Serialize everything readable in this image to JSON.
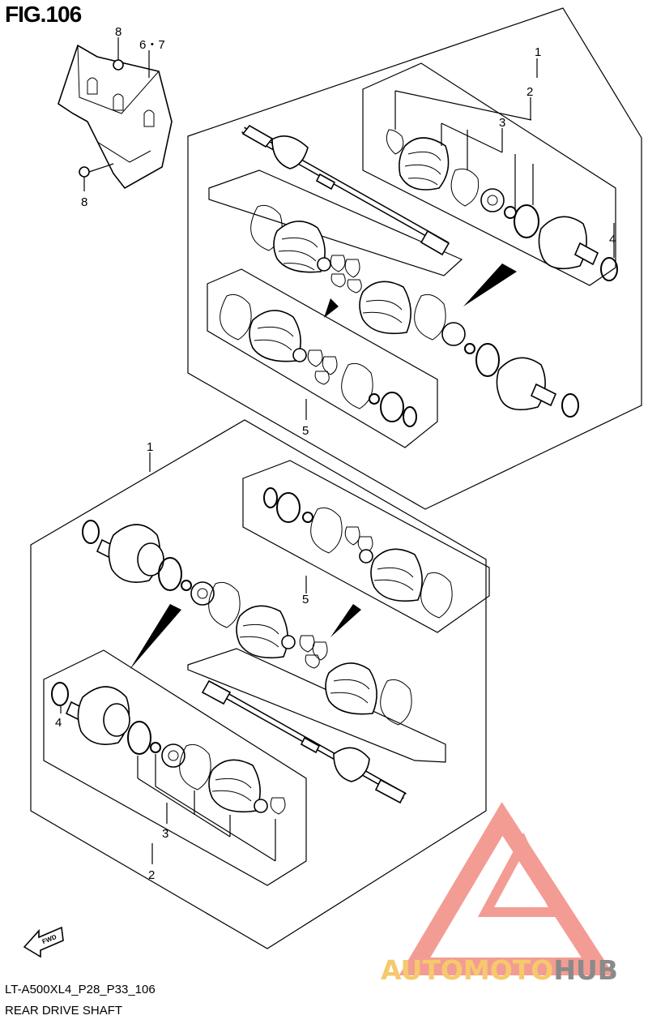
{
  "figure": {
    "title": "FIG.106"
  },
  "footer": {
    "code": "LT-A500XL4_P28_P33_106",
    "name": "REAR DRIVE SHAFT"
  },
  "callouts": {
    "c1_upper": "1",
    "c2_upper": "2",
    "c3_upper": "3",
    "c4_upper": "4",
    "c5_upper": "5",
    "c1_lower": "1",
    "c2_lower": "2",
    "c3_lower": "3",
    "c4_lower": "4",
    "c5_lower": "5",
    "c8_top": "8",
    "c8_bottom": "8",
    "c67": "6・7"
  },
  "fwd_label": "FWD",
  "watermark": {
    "part1": "AUTOMOTO",
    "part2": "HUB",
    "color_part1": "#f6c96c",
    "color_part2": "#8a8a8a",
    "logo_color": "#f28b82"
  },
  "icons": [
    "fwd-arrow-icon",
    "watermark-logo-icon"
  ]
}
